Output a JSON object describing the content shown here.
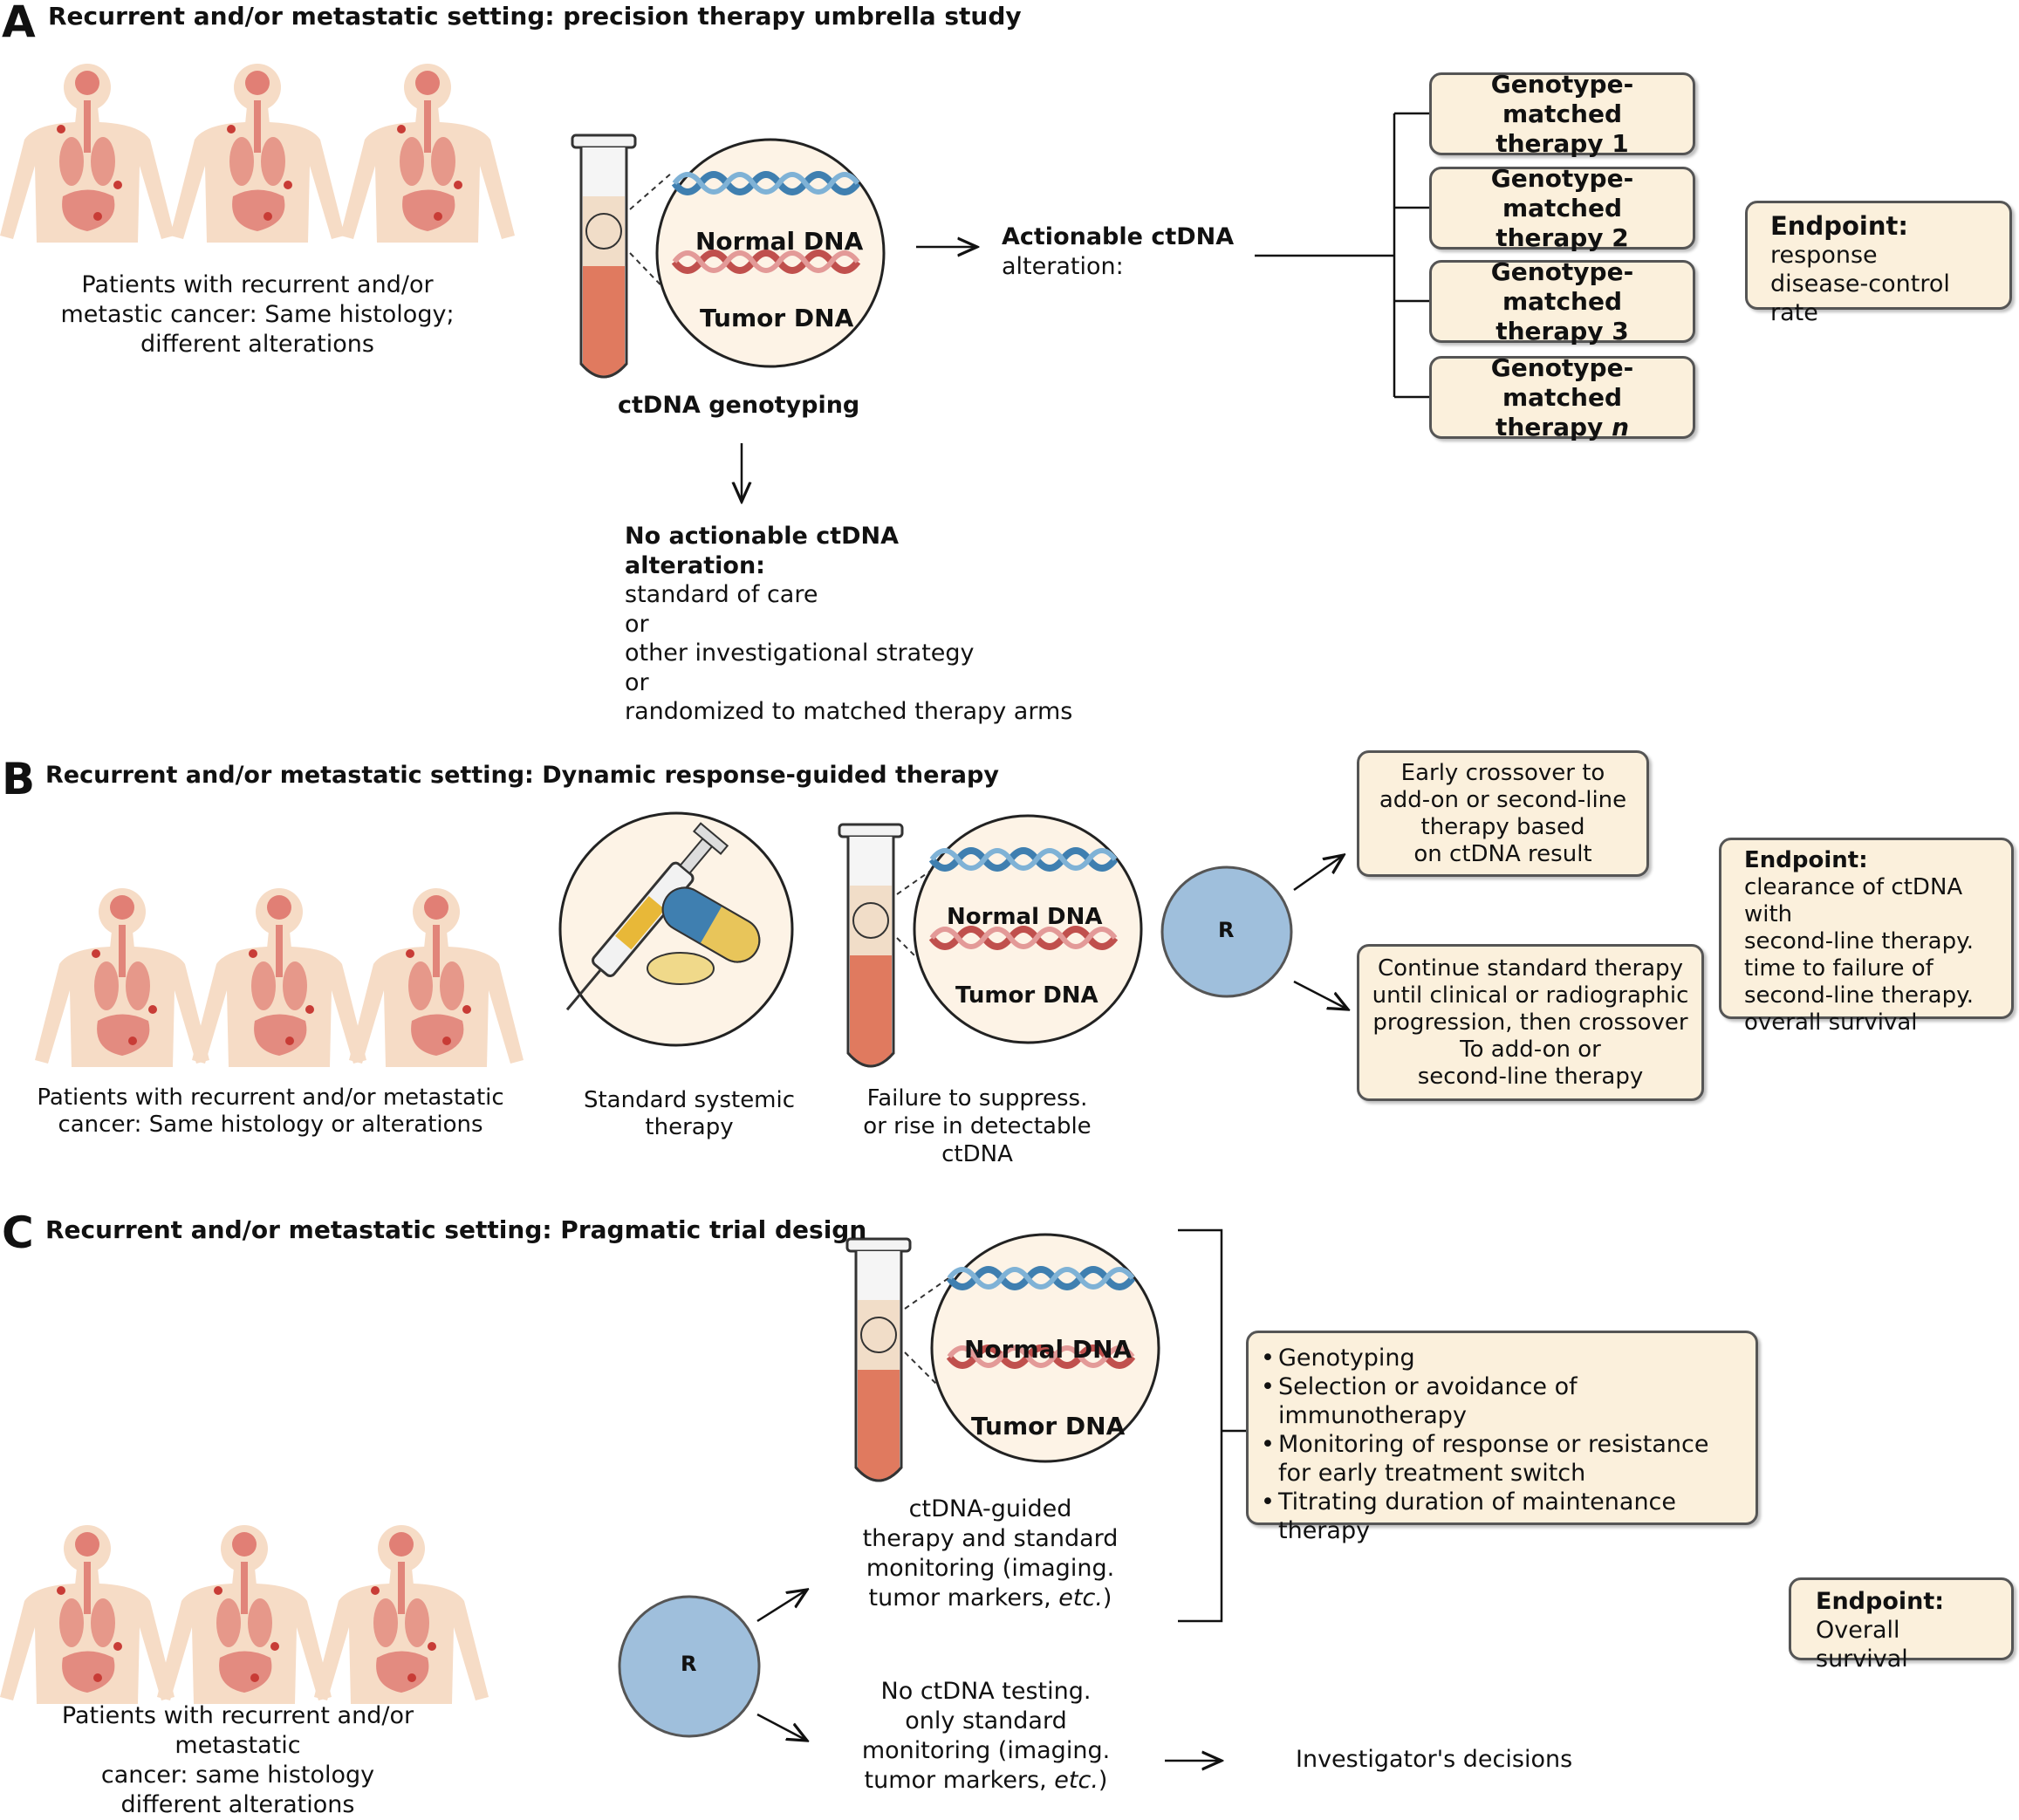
{
  "panelA": {
    "letter": "A",
    "title": "Recurrent and/or metastatic setting: precision therapy umbrella study",
    "patients_label": "Patients with recurrent and/or metastic cancer: Same histology; different alterations",
    "normal_dna": "Normal DNA",
    "tumor_dna": "Tumor DNA",
    "genotyping_label": "ctDNA genotyping",
    "actionable_title": "Actionable ctDNA",
    "actionable_sub": "alteration:",
    "therapies": [
      "Genotype-matched",
      "therapy 1",
      "therapy 2",
      "therapy 3",
      "therapy",
      "n"
    ],
    "endpoint_title": "Endpoint:",
    "endpoint_lines": [
      "response",
      "disease-control rate"
    ],
    "no_action_title_1": "No actionable ctDNA",
    "no_action_title_2": "alteration:",
    "no_action_lines": [
      "standard of care",
      "or",
      "other investigational strategy",
      "or",
      "randomized to matched therapy arms"
    ]
  },
  "panelB": {
    "letter": "B",
    "title": "Recurrent and/or metastatic setting: Dynamic response-guided therapy",
    "patients_label_1": "Patients with recurrent and/or metastatic",
    "patients_label_2": "cancer: Same histology or alterations",
    "systemic_1": "Standard systemic",
    "systemic_2": "therapy",
    "failure_lines": [
      "Failure to suppress.",
      "or rise in detectable",
      "ctDNA"
    ],
    "normal_dna": "Normal DNA",
    "tumor_dna": "Tumor DNA",
    "r_label": "R",
    "early_lines": [
      "Early crossover to",
      "add-on or second-line",
      "therapy based",
      "on ctDNA result"
    ],
    "continue_lines": [
      "Continue standard therapy",
      "until clinical or radiographic",
      "progression, then crossover",
      "To add-on or",
      "second-line therapy"
    ],
    "endpoint_title": "Endpoint:",
    "endpoint_lines": [
      "clearance of ctDNA with",
      "second-line therapy.",
      "time to failure of",
      "second-line therapy.",
      "overall survival"
    ]
  },
  "panelC": {
    "letter": "C",
    "title": "Recurrent and/or metastatic setting: Pragmatic trial design",
    "normal_dna": "Normal DNA",
    "tumor_dna": "Tumor DNA",
    "guided_lines": [
      "ctDNA-guided",
      "therapy and standard",
      "monitoring (imaging.",
      "tumor markers,"
    ],
    "etc": "etc.",
    "paren": ")",
    "bullets": [
      "Genotyping",
      "Selection or avoidance of immunotherapy",
      "Monitoring of response or resistance for early treatment switch",
      "Titrating duration of maintenance therapy"
    ],
    "endpoint_title": "Endpoint:",
    "endpoint_line": "Overall survival",
    "r_label": "R",
    "no_testing_lines": [
      "No ctDNA testing.",
      "only standard",
      "monitoring (imaging.",
      "tumor markers,"
    ],
    "investigator": "Investigator's decisions",
    "patients_lines": [
      "Patients with recurrent and/or metastatic",
      "cancer: same histology",
      "different alterations"
    ]
  },
  "colors": {
    "box_fill": "#fbf0dc",
    "body_fill": "#f6dcc6",
    "organ_red": "#d9605a",
    "blood_red": "#e07a5f",
    "dna_blue": "#3f7fb0",
    "dna_red": "#c0504d",
    "r_circle": "#9fbfdc"
  }
}
